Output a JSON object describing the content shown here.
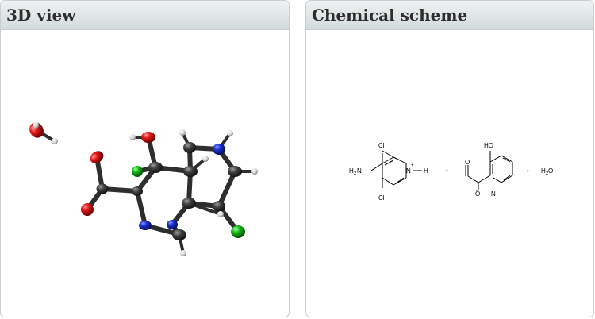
{
  "panels": {
    "view3d": {
      "title": "3D view"
    },
    "scheme": {
      "title": "Chemical scheme",
      "labels": {
        "cl_top": "Cl",
        "cl_bottom": "Cl",
        "nh2_h": "H",
        "nh2_n": "N",
        "nh2_sub": "2",
        "n_plus": "N",
        "plus": "+",
        "n_h": "H",
        "dot1": "•",
        "ho": "HO",
        "o_minus": "O",
        "minus": "-",
        "o_top": "O",
        "n_ring": "N",
        "dot2": "•",
        "water_h": "H",
        "water_sub": "2",
        "water_o": "O"
      }
    }
  },
  "colors": {
    "carbon": "#3a3a3a",
    "oxygen": "#e01818",
    "nitrogen": "#1a2fd0",
    "chlorine": "#18b818",
    "hydrogen": "#e8e8e8"
  }
}
